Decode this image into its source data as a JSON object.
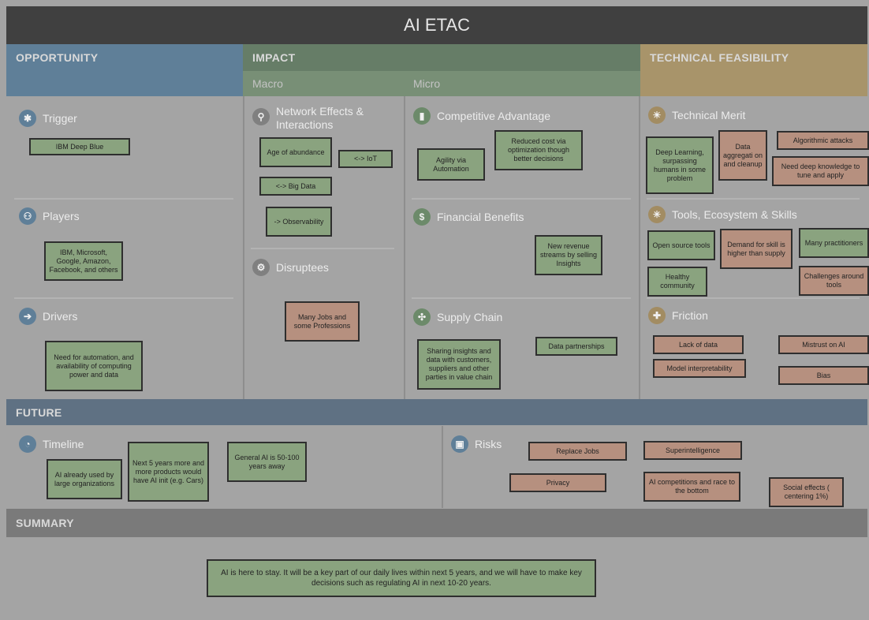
{
  "title": "AI ETAC",
  "headers": {
    "opportunity": "OPPORTUNITY",
    "impact": "IMPACT",
    "technical": "TECHNICAL FEASIBILITY",
    "macro": "Macro",
    "micro": "Micro",
    "future": "FUTURE",
    "summary": "SUMMARY"
  },
  "sections": {
    "trigger": "Trigger",
    "players": "Players",
    "drivers": "Drivers",
    "network_effects": "Network Effects & Interactions",
    "disruptees": "Disruptees",
    "competitive_advantage": "Competitive Advantage",
    "financial_benefits": "Financial Benefits",
    "supply_chain": "Supply Chain",
    "technical_merit": "Technical Merit",
    "tools": "Tools, Ecosystem & Skills",
    "friction": "Friction",
    "timeline": "Timeline",
    "risks": "Risks"
  },
  "notes": {
    "ibm_deep_blue": "IBM Deep Blue",
    "players": "IBM, Microsoft, Google, Amazon, Facebook, and others",
    "drivers": "Need for automation, and availability of computing power and data",
    "age_abundance": "Age of abundance",
    "iot": "<-> IoT",
    "big_data": "<-> Big Data",
    "observability": "-> Observability",
    "jobs": "Many Jobs and some Professions",
    "agility": "Agility via Automation",
    "reduced_cost": "Reduced cost via optimization though better decisions",
    "revenue": "New revenue streams by selling Insights",
    "sharing": "Sharing insights and data with customers, suppliers and other parties in value chain",
    "data_partnerships": "Data partnerships",
    "deep_learning": "Deep Learning, surpassing humans in some problem",
    "data_aggregation": "Data aggregati on and cleanup",
    "algorithmic_attacks": "Algorithmic attacks",
    "deep_knowledge": "Need deep knowledge to tune and apply",
    "open_source": "Open source tools",
    "demand_skill": "Demand for skill is higher than supply",
    "many_practitioners": "Many practitioners",
    "healthy_community": "Healthy community",
    "challenges_tools": "Challenges around tools",
    "lack_data": "Lack of data",
    "mistrust": "Mistrust on AI",
    "interpretability": "Model interpretability",
    "bias": "Bias",
    "ai_used": "AI already used by large organizations",
    "next_5": "Next 5 years more and more products would have AI init (e.g. Cars)",
    "general_ai": "General AI is 50-100 years away",
    "replace_jobs": "Replace Jobs",
    "superintelligence": "Superintelligence",
    "privacy": "Privacy",
    "ai_competition": "AI competitions and race to the bottom",
    "social_effects": "Social effects ( centering 1%)",
    "summary": "AI is here to stay. It will be a key part of our daily lives within next 5 years, and we will have to make key decisions such as regulating AI in next 10-20 years."
  },
  "colors": {
    "title_bar": "#404040",
    "opportunity": "#5f7f98",
    "impact": "#667d67",
    "impact_sub": "#788f76",
    "technical": "#a8946a",
    "future": "#5f7183",
    "summary": "#7a7a7a",
    "note_green": "#8aa37f",
    "note_red": "#b6907f"
  },
  "icons": {
    "trigger": "gear-icon",
    "players": "people-icon",
    "drivers": "arrow-icon",
    "network_effects": "network-icon",
    "disruptees": "globe-icon",
    "competitive_advantage": "chart-icon",
    "financial_benefits": "dollar-icon",
    "supply_chain": "compass-icon",
    "technical_merit": "bulb-icon",
    "tools": "tools-icon",
    "friction": "friction-icon",
    "timeline": "clock-icon",
    "risks": "lock-icon"
  }
}
